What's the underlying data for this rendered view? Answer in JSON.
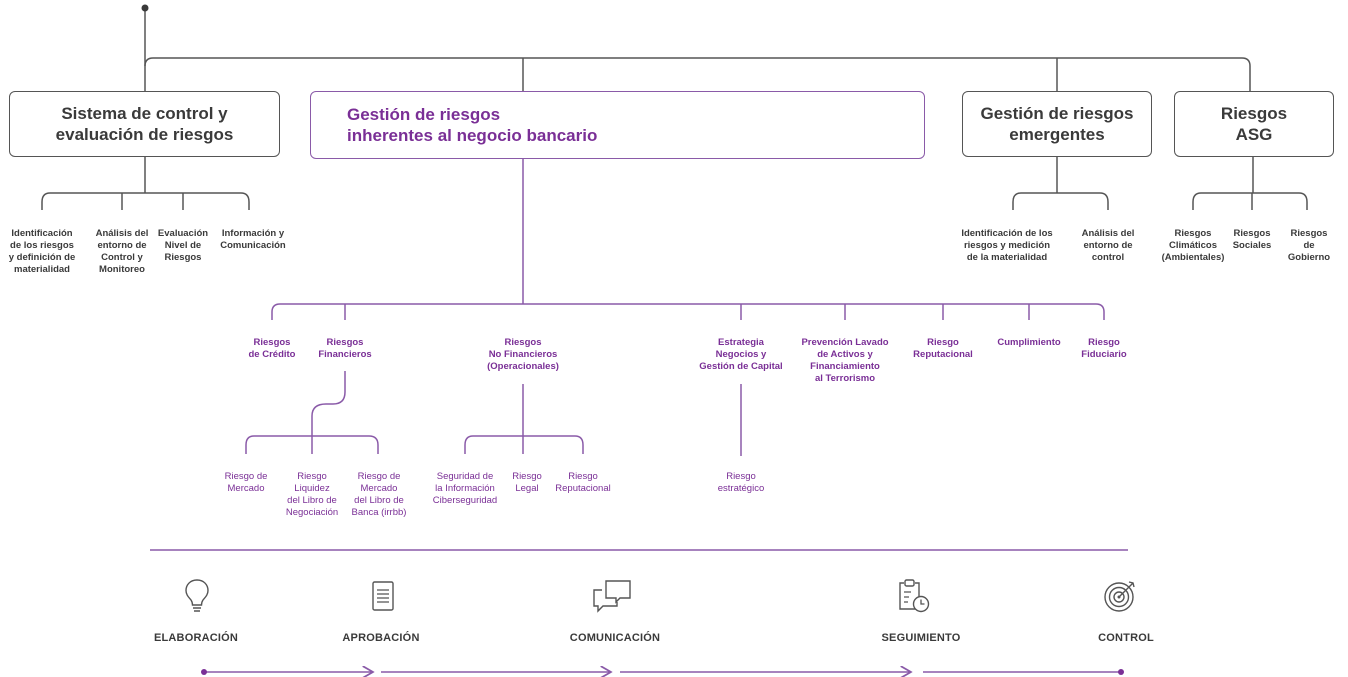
{
  "colors": {
    "purple": "#7a2f96",
    "line_purple": "#8a5aa8",
    "grey": "#555555"
  },
  "top_boxes": {
    "control": "Sistema de control y\nevaluación de riesgos",
    "inherentes": "Gestión de riesgos\ninherentes al negocio bancario",
    "emergentes": "Gestión de riesgos\nemergentes",
    "asg": "Riesgos\nASG"
  },
  "control_items": [
    "Identificación\nde los riesgos\ny definición de\nmaterialidad",
    "Análisis del\nentorno de\nControl y\nMonitoreo",
    "Evaluación\nNivel de\nRiesgos",
    "Información y\nComunicación"
  ],
  "emergentes_items": [
    "Identificación de los\nriesgos y medición\nde la materialidad",
    "Análisis del\nentorno de\ncontrol"
  ],
  "asg_items": [
    "Riesgos\nClimáticos\n(Ambientales)",
    "Riesgos\nSociales",
    "Riesgos de\nGobierno"
  ],
  "inherent_items": [
    "Riesgos\nde Crédito",
    "Riesgos\nFinancieros",
    "Riesgos\nNo Financieros\n(Operacionales)",
    "Estrategia\nNegocios y\nGestión de Capital",
    "Prevención Lavado\nde Activos y\nFinanciamiento\nal Terrorismo",
    "Riesgo\nReputacional",
    "Cumplimiento",
    "Riesgo\nFiduciario"
  ],
  "financieros_sub": [
    "Riesgo de\nMercado",
    "Riesgo\nLiquidez\ndel Libro de\nNegociación",
    "Riesgo de\nMercado\ndel Libro de\nBanca (irrbb)"
  ],
  "operacionales_sub": [
    "Seguridad de\nla Información\nCiberseguridad",
    "Riesgo\nLegal",
    "Riesgo\nReputacional"
  ],
  "estrategia_sub": "Riesgo\nestratégico",
  "process": {
    "steps": [
      {
        "label": "ELABORACIÓN",
        "icon": "lightbulb-icon"
      },
      {
        "label": "APROBACIÓN",
        "icon": "document-icon"
      },
      {
        "label": "COMUNICACIÓN",
        "icon": "chat-bubbles-icon"
      },
      {
        "label": "SEGUIMIENTO",
        "icon": "clipboard-clock-icon"
      },
      {
        "label": "CONTROL",
        "icon": "target-icon"
      }
    ]
  }
}
